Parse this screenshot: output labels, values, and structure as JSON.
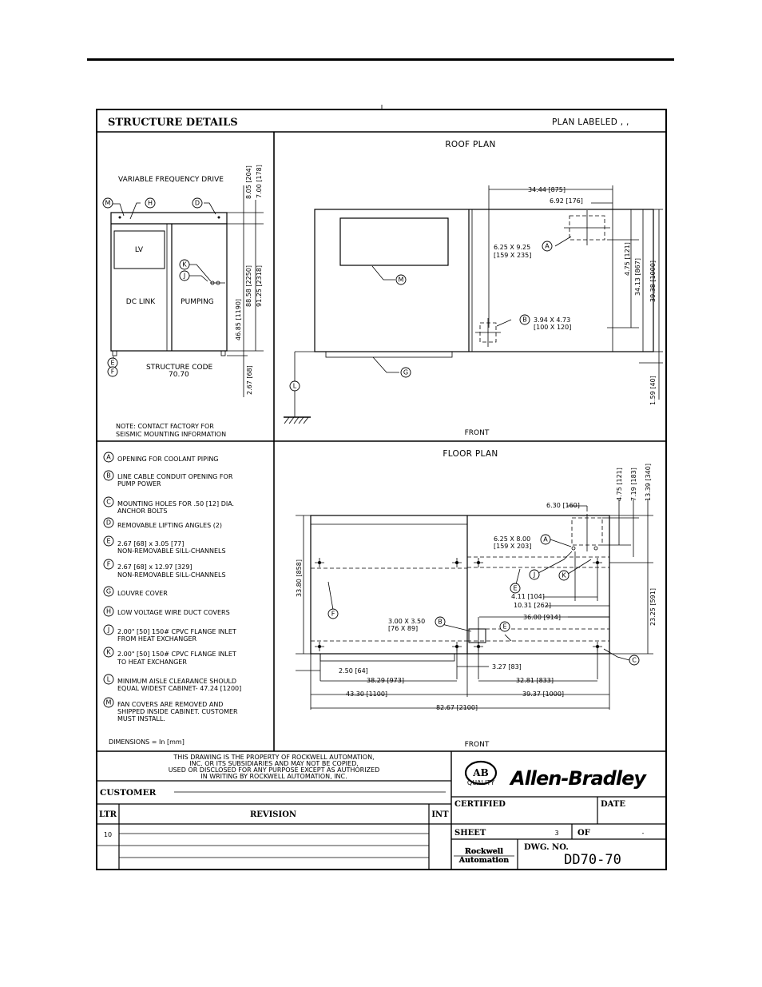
{
  "header": {
    "title": "STRUCTURE  DETAILS",
    "plan_label": "PLAN LABELED ,  ,"
  },
  "left_panel": {
    "vfd_label": "VARIABLE FREQUENCY DRIVE",
    "lv": "LV",
    "dc_link": "DC LINK",
    "pumping": "PUMPING",
    "structure_code_label": "STRUCTURE CODE",
    "structure_code": "70.70",
    "note_line1": "NOTE:  CONTACT FACTORY FOR",
    "note_line2": "SEISMIC MOUNTING INFORMATION",
    "dims": {
      "d1": "8.05 [204]",
      "d2": "7.00 [178]",
      "d3": "88.58 [2250]",
      "d4": "91.25 [2318]",
      "d5": "46.85 [1190]",
      "d6": "2.67 [68]"
    }
  },
  "roof_plan": {
    "title": "ROOF PLAN",
    "front": "FRONT",
    "dims": {
      "w1": "34.44 [875]",
      "w2": "6.92 [176]",
      "a_size1": "6.25  X  9.25",
      "a_size2": "[159  X  235]",
      "b_size1": "3.94  X  4.73",
      "b_size2": "[100  X  120]",
      "v1": "4.75 [121]",
      "v2": "34.13 [867]",
      "v3": "39.38 [1000]",
      "v4": "1.59 [40]"
    }
  },
  "floor_plan": {
    "title": "FLOOR PLAN",
    "front": "FRONT",
    "dims": {
      "h1": "6.30 [160]",
      "v1": "4.75 [121]",
      "v2": "7.19 [183]",
      "v3": "13.39 [340]",
      "a_size1": "6.25  X  8.00",
      "a_size2": "[159  X  203]",
      "depth": "33.80 [858]",
      "v4": "23.25 [591]",
      "h2": "4.11 [104]",
      "h3": "10.31 [262]",
      "h4": "36.00 [914]",
      "b_size1": "3.00  X  3.50",
      "b_size2": "[76  X  89]",
      "h5": "2.50 [64]",
      "h6": "3.27 [83]",
      "h7": "38.29 [973]",
      "h8": "32.81 [833]",
      "h9": "43.30 [1100]",
      "h10": "39.37 [1000]",
      "h11": "82.67 [2100]"
    }
  },
  "legend": [
    {
      "letter": "A",
      "lines": [
        "OPENING FOR COOLANT PIPING"
      ]
    },
    {
      "letter": "B",
      "lines": [
        "LINE CABLE CONDUIT OPENING FOR",
        "PUMP POWER"
      ]
    },
    {
      "letter": "C",
      "lines": [
        "MOUNTING HOLES FOR .50 [12] DIA.",
        "ANCHOR BOLTS"
      ]
    },
    {
      "letter": "D",
      "lines": [
        "REMOVABLE LIFTING ANGLES (2)"
      ]
    },
    {
      "letter": "E",
      "lines": [
        "2.67  [68]  x  3.05  [77]",
        "NON-REMOVABLE SILL-CHANNELS"
      ]
    },
    {
      "letter": "F",
      "lines": [
        "2.67  [68]  x  12.97  [329]",
        "NON-REMOVABLE SILL-CHANNELS"
      ]
    },
    {
      "letter": "G",
      "lines": [
        "LOUVRE COVER"
      ]
    },
    {
      "letter": "H",
      "lines": [
        "LOW VOLTAGE WIRE DUCT COVERS"
      ]
    },
    {
      "letter": "J",
      "lines": [
        "2.00\"  [50]  150#  CPVC FLANGE INLET",
        "FROM HEAT EXCHANGER"
      ]
    },
    {
      "letter": "K",
      "lines": [
        "2.00\"  [50]  150#  CPVC FLANGE INLET",
        "TO HEAT EXCHANGER"
      ]
    },
    {
      "letter": "L",
      "lines": [
        "MINIMUM AISLE CLEARANCE SHOULD",
        "EQUAL WIDEST CABINET-  47.24  [1200]"
      ]
    },
    {
      "letter": "M",
      "lines": [
        "FAN COVERS ARE REMOVED AND",
        "SHIPPED INSIDE CABINET.   CUSTOMER",
        "MUST INSTALL."
      ]
    }
  ],
  "dimensions_note": "DIMENSIONS = In [mm]",
  "title_block": {
    "property_lines": [
      "THIS DRAWING IS THE PROPERTY OF ROCKWELL AUTOMATION,",
      "INC. OR ITS SUBSIDIARIES AND MAY NOT BE COPIED,",
      "USED OR DISCLOSED FOR ANY PURPOSE EXCEPT AS AUTHORIZED",
      "IN WRITING BY ROCKWELL AUTOMATION, INC."
    ],
    "customer": "CUSTOMER",
    "ltr": "LTR",
    "revision": "REVISION",
    "int": "INT",
    "ltr_value": "10",
    "ab_logo": "AB",
    "ab_quality": "QUALITY",
    "brand": "Allen-Bradley",
    "certified": "CERTIFIED",
    "date": "DATE",
    "sheet_label": "SHEET",
    "sheet_value": "3",
    "of_label": "OF",
    "of_value": "-",
    "rockwell_line1": "Rockwell",
    "rockwell_line2": "Automation",
    "dwg_label": "DWG.  NO.",
    "dwg_value": "DD70-70"
  }
}
